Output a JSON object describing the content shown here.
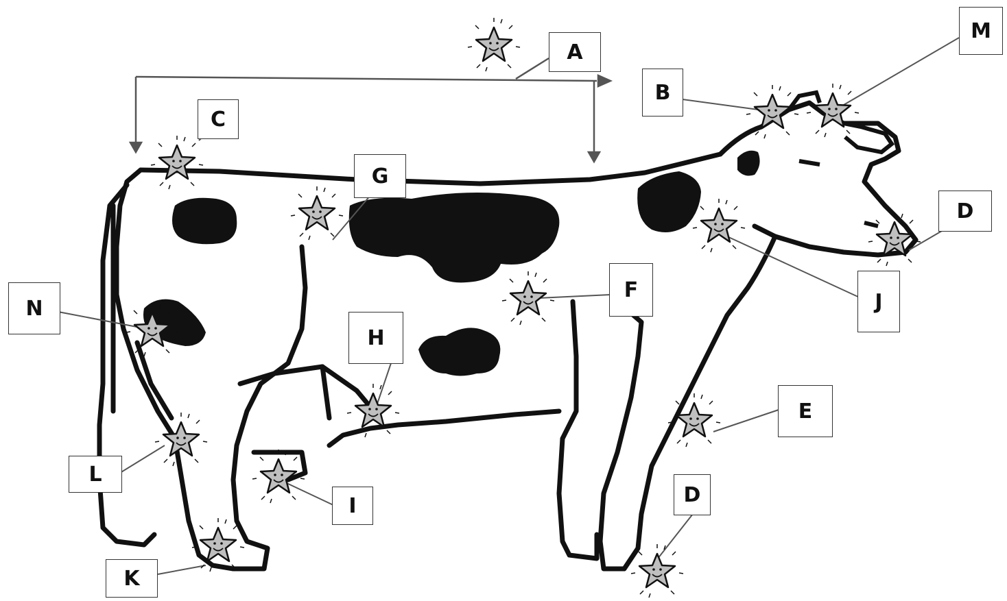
{
  "diagram": {
    "labels": [
      {
        "id": "A",
        "text": "A"
      },
      {
        "id": "B",
        "text": "B"
      },
      {
        "id": "C",
        "text": "C"
      },
      {
        "id": "D1",
        "text": "D"
      },
      {
        "id": "D2",
        "text": "D"
      },
      {
        "id": "E",
        "text": "E"
      },
      {
        "id": "F",
        "text": "F"
      },
      {
        "id": "G",
        "text": "G"
      },
      {
        "id": "H",
        "text": "H"
      },
      {
        "id": "I",
        "text": "I"
      },
      {
        "id": "J",
        "text": "J"
      },
      {
        "id": "K",
        "text": "K"
      },
      {
        "id": "L",
        "text": "L"
      },
      {
        "id": "M",
        "text": "M"
      },
      {
        "id": "N",
        "text": "N"
      }
    ]
  },
  "colors": {
    "ink": "#111111",
    "star_fill": "#bfbfbf",
    "background": "#ffffff"
  }
}
